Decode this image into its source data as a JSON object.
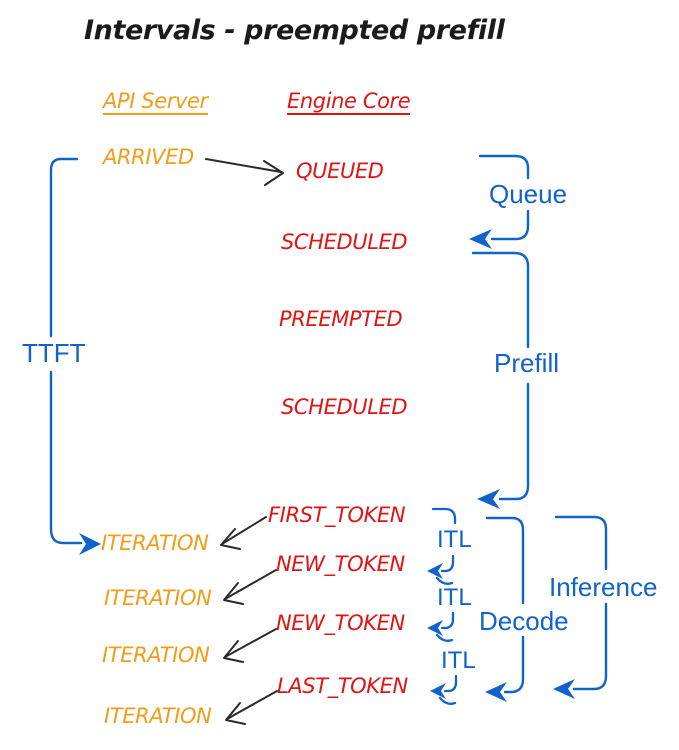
{
  "title": "Intervals - preempted prefill",
  "columns": {
    "api_server": "API Server",
    "engine_core": "Engine Core"
  },
  "api_events": [
    {
      "label": "ARRIVED"
    },
    {
      "label": "ITERATION"
    },
    {
      "label": "ITERATION"
    },
    {
      "label": "ITERATION"
    },
    {
      "label": "ITERATION"
    }
  ],
  "engine_events": [
    {
      "label": "QUEUED"
    },
    {
      "label": "SCHEDULED"
    },
    {
      "label": "PREEMPTED"
    },
    {
      "label": "SCHEDULED"
    },
    {
      "label": "FIRST_TOKEN"
    },
    {
      "label": "NEW_TOKEN"
    },
    {
      "label": "NEW_TOKEN"
    },
    {
      "label": "LAST_TOKEN"
    }
  ],
  "intervals": {
    "ttft": "TTFT",
    "queue": "Queue",
    "prefill": "Prefill",
    "itl_1": "ITL",
    "itl_2": "ITL",
    "itl_3": "ITL",
    "decode": "Decode",
    "inference": "Inference"
  },
  "colors": {
    "api_server_orange": "#f29c1a",
    "engine_core_red": "#e01414",
    "interval_blue": "#1163cb",
    "arrow_black": "#2a2a2a",
    "background": "#ffffff"
  }
}
